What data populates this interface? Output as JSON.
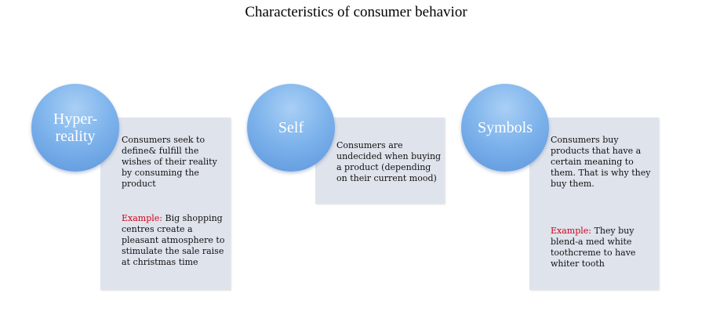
{
  "title": "Characteristics of consumer behavior",
  "example_label": "Example:",
  "items": [
    {
      "heading": "Hyper-\nreality",
      "description": "Consumers seek to\ndefine& fulfill the\nwishes of their reality\nby consuming the\nproduct",
      "example": " Big shopping\ncentres create a\npleasant atmosphere to\nstimulate the sale raise\nat christmas time"
    },
    {
      "heading": "Self",
      "description": "Consumers are\nundecided when buying\na product (depending\non their current mood)"
    },
    {
      "heading": "Symbols",
      "description": "Consumers buy\nproducts  that have a\ncertain meaning to\nthem. That is why they\nbuy them.",
      "example": " They buy\nblend-a med white\ntoothcreme to have\nwhiter tooth"
    }
  ],
  "colors": {
    "card_background": "#dfe3ec",
    "circle_fill": "#7fb4ec",
    "example_label": "#d0021b"
  }
}
